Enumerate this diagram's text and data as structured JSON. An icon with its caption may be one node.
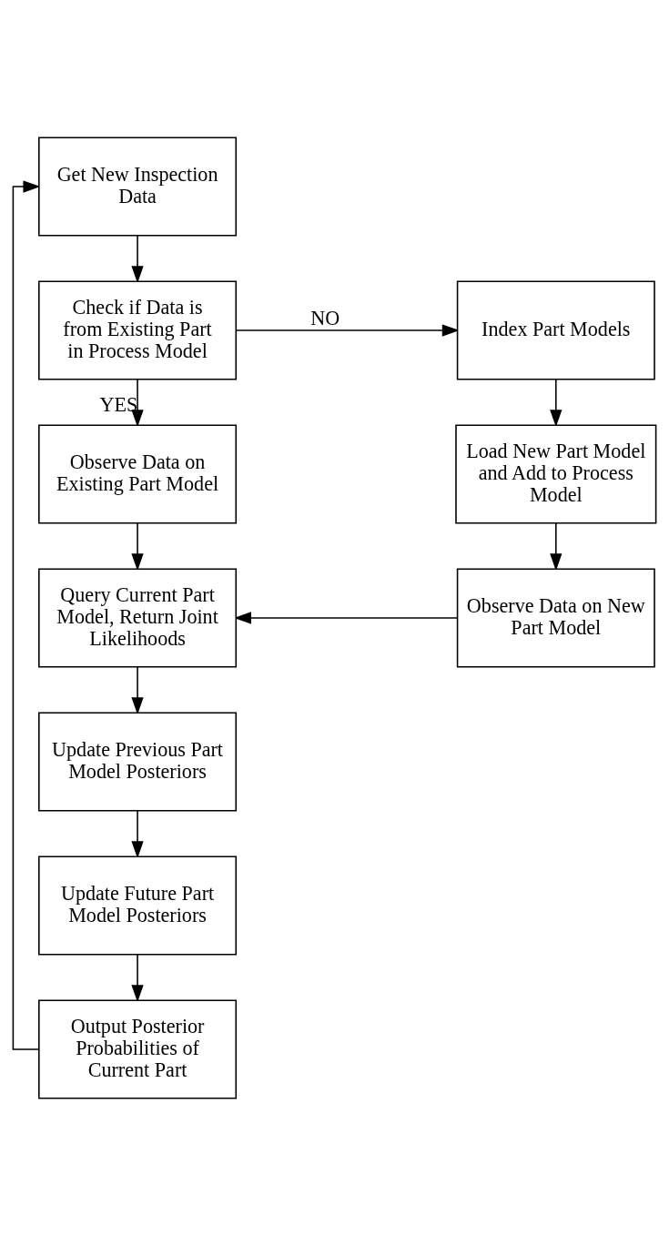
{
  "diagram": {
    "nodes": [
      {
        "text": [
          "Get New Inspection Data"
        ]
      },
      {
        "text": [
          "Check if Data is from Existing Part in Process Model"
        ]
      },
      {
        "text": [
          "Index Part Models"
        ]
      },
      {
        "text": [
          "Observe Data on Existing Part Model"
        ]
      },
      {
        "text": [
          "Load New Part Model and Add to Process Model"
        ]
      },
      {
        "text": [
          "Query Current Part Model, Return Joint Likelihoods"
        ]
      },
      {
        "text": [
          "Observe Data on New Part Model"
        ]
      },
      {
        "text": [
          "Update Previous Part Model Posteriors"
        ]
      },
      {
        "text": [
          "Update Future Part Model Posteriors"
        ]
      },
      {
        "text": [
          "Output Posterior Probabilities of Current Part"
        ]
      }
    ],
    "edges": [
      {
        "from": 0,
        "to": 1,
        "arrow": "to"
      },
      {
        "from": 1,
        "to": 2,
        "arrow": "to",
        "label": "NO"
      },
      {
        "from": 1,
        "to": 3,
        "arrow": "to",
        "label": "YES"
      },
      {
        "from": 2,
        "to": 4,
        "arrow": "to"
      },
      {
        "from": 4,
        "to": 6,
        "arrow": "to"
      },
      {
        "from": 3,
        "to": 5,
        "arrow": "to"
      },
      {
        "from": 6,
        "to": 5,
        "arrow": "to"
      },
      {
        "from": 5,
        "to": 7,
        "arrow": "to"
      },
      {
        "from": 7,
        "to": 8,
        "arrow": "to"
      },
      {
        "from": 8,
        "to": 9,
        "arrow": "to"
      },
      {
        "from": 9,
        "to": 0,
        "arrow": "to"
      }
    ]
  }
}
